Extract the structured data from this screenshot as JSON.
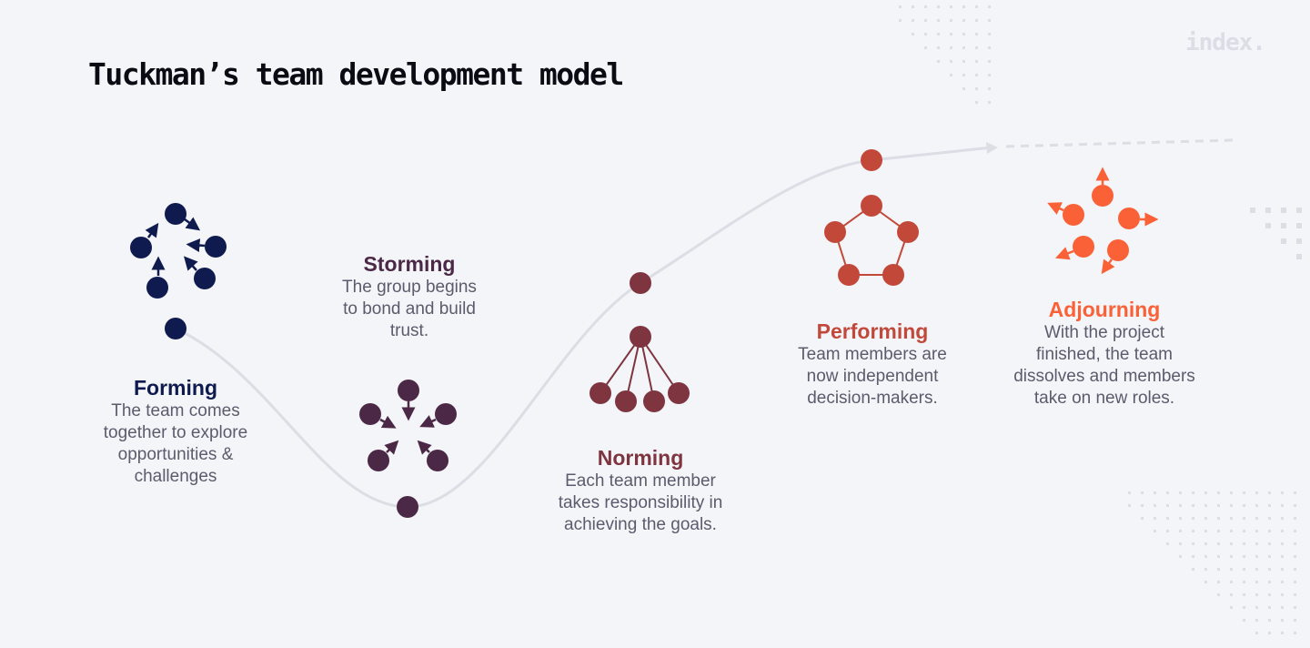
{
  "title": "Tuckman’s team development model",
  "logo": "index.",
  "colors": {
    "background": "#f4f5f9",
    "forming": "#0f1a4f",
    "storming": "#4b2946",
    "norming": "#7e3540",
    "performing": "#c2493a",
    "adjourning": "#fa6136",
    "curve": "#dcdde5",
    "body_text": "#5b5b6d"
  },
  "stages": [
    {
      "name": "Forming",
      "description": [
        "The team comes",
        "together to explore",
        "opportunities &",
        "challenges"
      ]
    },
    {
      "name": "Storming",
      "description": [
        "The group begins",
        "to bond and build",
        "trust."
      ]
    },
    {
      "name": "Norming",
      "description": [
        "Each team member",
        "takes responsibility in",
        "achieving the goals."
      ]
    },
    {
      "name": "Performing",
      "description": [
        "Team members are",
        "now independent",
        "decision-makers."
      ]
    },
    {
      "name": "Adjourning",
      "description": [
        "With the project",
        "finished, the team",
        "dissolves and members",
        "take on new roles."
      ]
    }
  ]
}
